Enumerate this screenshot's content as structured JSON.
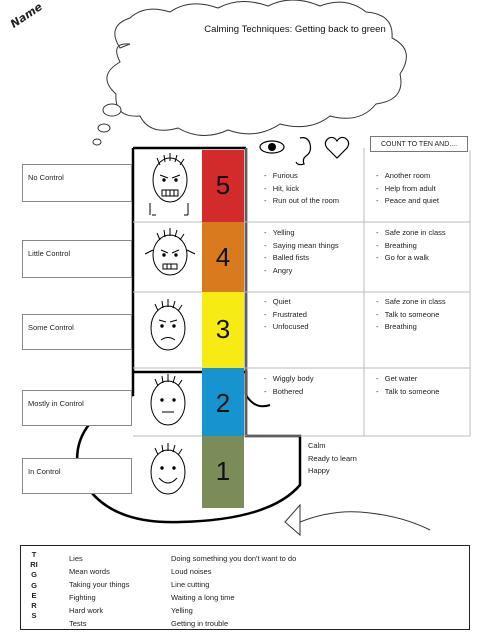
{
  "name_label": "Name",
  "title": "Calming Techniques: Getting back to green",
  "count_box": "COUNT TO TEN AND....",
  "levels": [
    {
      "number": "5",
      "color": "#d32b2b",
      "control": "No Control",
      "signs": [
        "Furious",
        "Hit, kick",
        "Run out of the room"
      ],
      "strategies": [
        "Another room",
        "Help from adult",
        "Peace and quiet"
      ]
    },
    {
      "number": "4",
      "color": "#d97a1e",
      "control": "Little Control",
      "signs": [
        "Yelling",
        "Saying mean things",
        "Balled fists",
        "Angry"
      ],
      "strategies": [
        "Safe zone in class",
        "Breathing",
        "Go for a walk"
      ]
    },
    {
      "number": "3",
      "color": "#f6ec13",
      "control": "Some Control",
      "signs": [
        "Quiet",
        "Frustrated",
        "Unfocused"
      ],
      "strategies": [
        "Safe zone in class",
        "Talk to someone",
        "Breathing"
      ]
    },
    {
      "number": "2",
      "color": "#1594cf",
      "control": "Mostly in Control",
      "signs": [
        "Wiggly body",
        "Bothered"
      ],
      "strategies": [
        "Get water",
        "Talk to someone"
      ]
    },
    {
      "number": "1",
      "color": "#7a8c57",
      "control": "In Control",
      "signs": [
        "Calm",
        "Ready to learn",
        "Happy"
      ],
      "strategies": []
    }
  ],
  "triggers": {
    "title": "TRIGGERS",
    "col1": [
      "Lies",
      "Mean words",
      "Taking your things",
      "Fighting",
      "Hard work",
      "Tests"
    ],
    "col2": [
      "Doing something you don't want to do",
      "Loud noises",
      "Line cutting",
      "Waiting a long time",
      "Yelling",
      "Getting in trouble"
    ]
  }
}
